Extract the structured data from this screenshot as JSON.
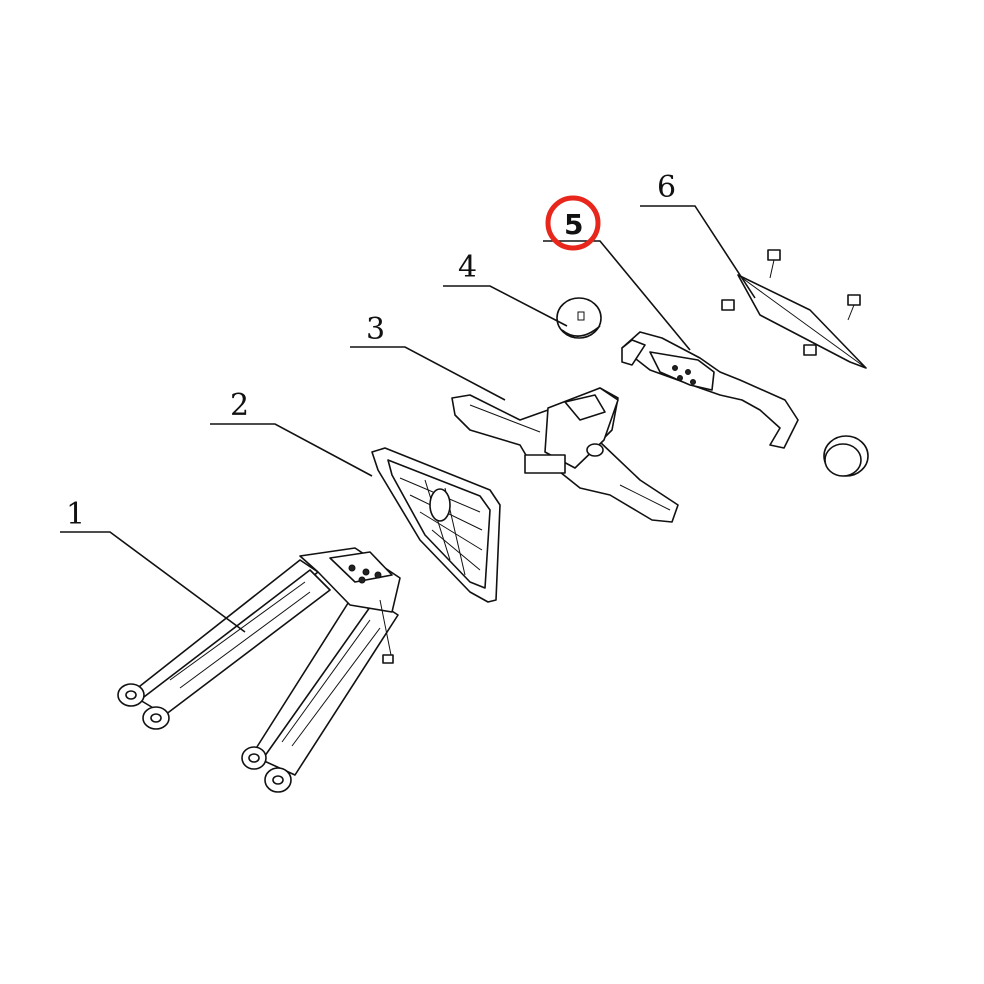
{
  "callouts": [
    {
      "id": "1",
      "label": "1",
      "highlighted": false
    },
    {
      "id": "2",
      "label": "2",
      "highlighted": false
    },
    {
      "id": "3",
      "label": "3",
      "highlighted": false
    },
    {
      "id": "4",
      "label": "4",
      "highlighted": false
    },
    {
      "id": "5",
      "label": "5",
      "highlighted": true
    },
    {
      "id": "6",
      "label": "6",
      "highlighted": false
    }
  ],
  "colors": {
    "line": "#111111",
    "highlight_ring": "#e8261c",
    "background": "#ffffff"
  }
}
